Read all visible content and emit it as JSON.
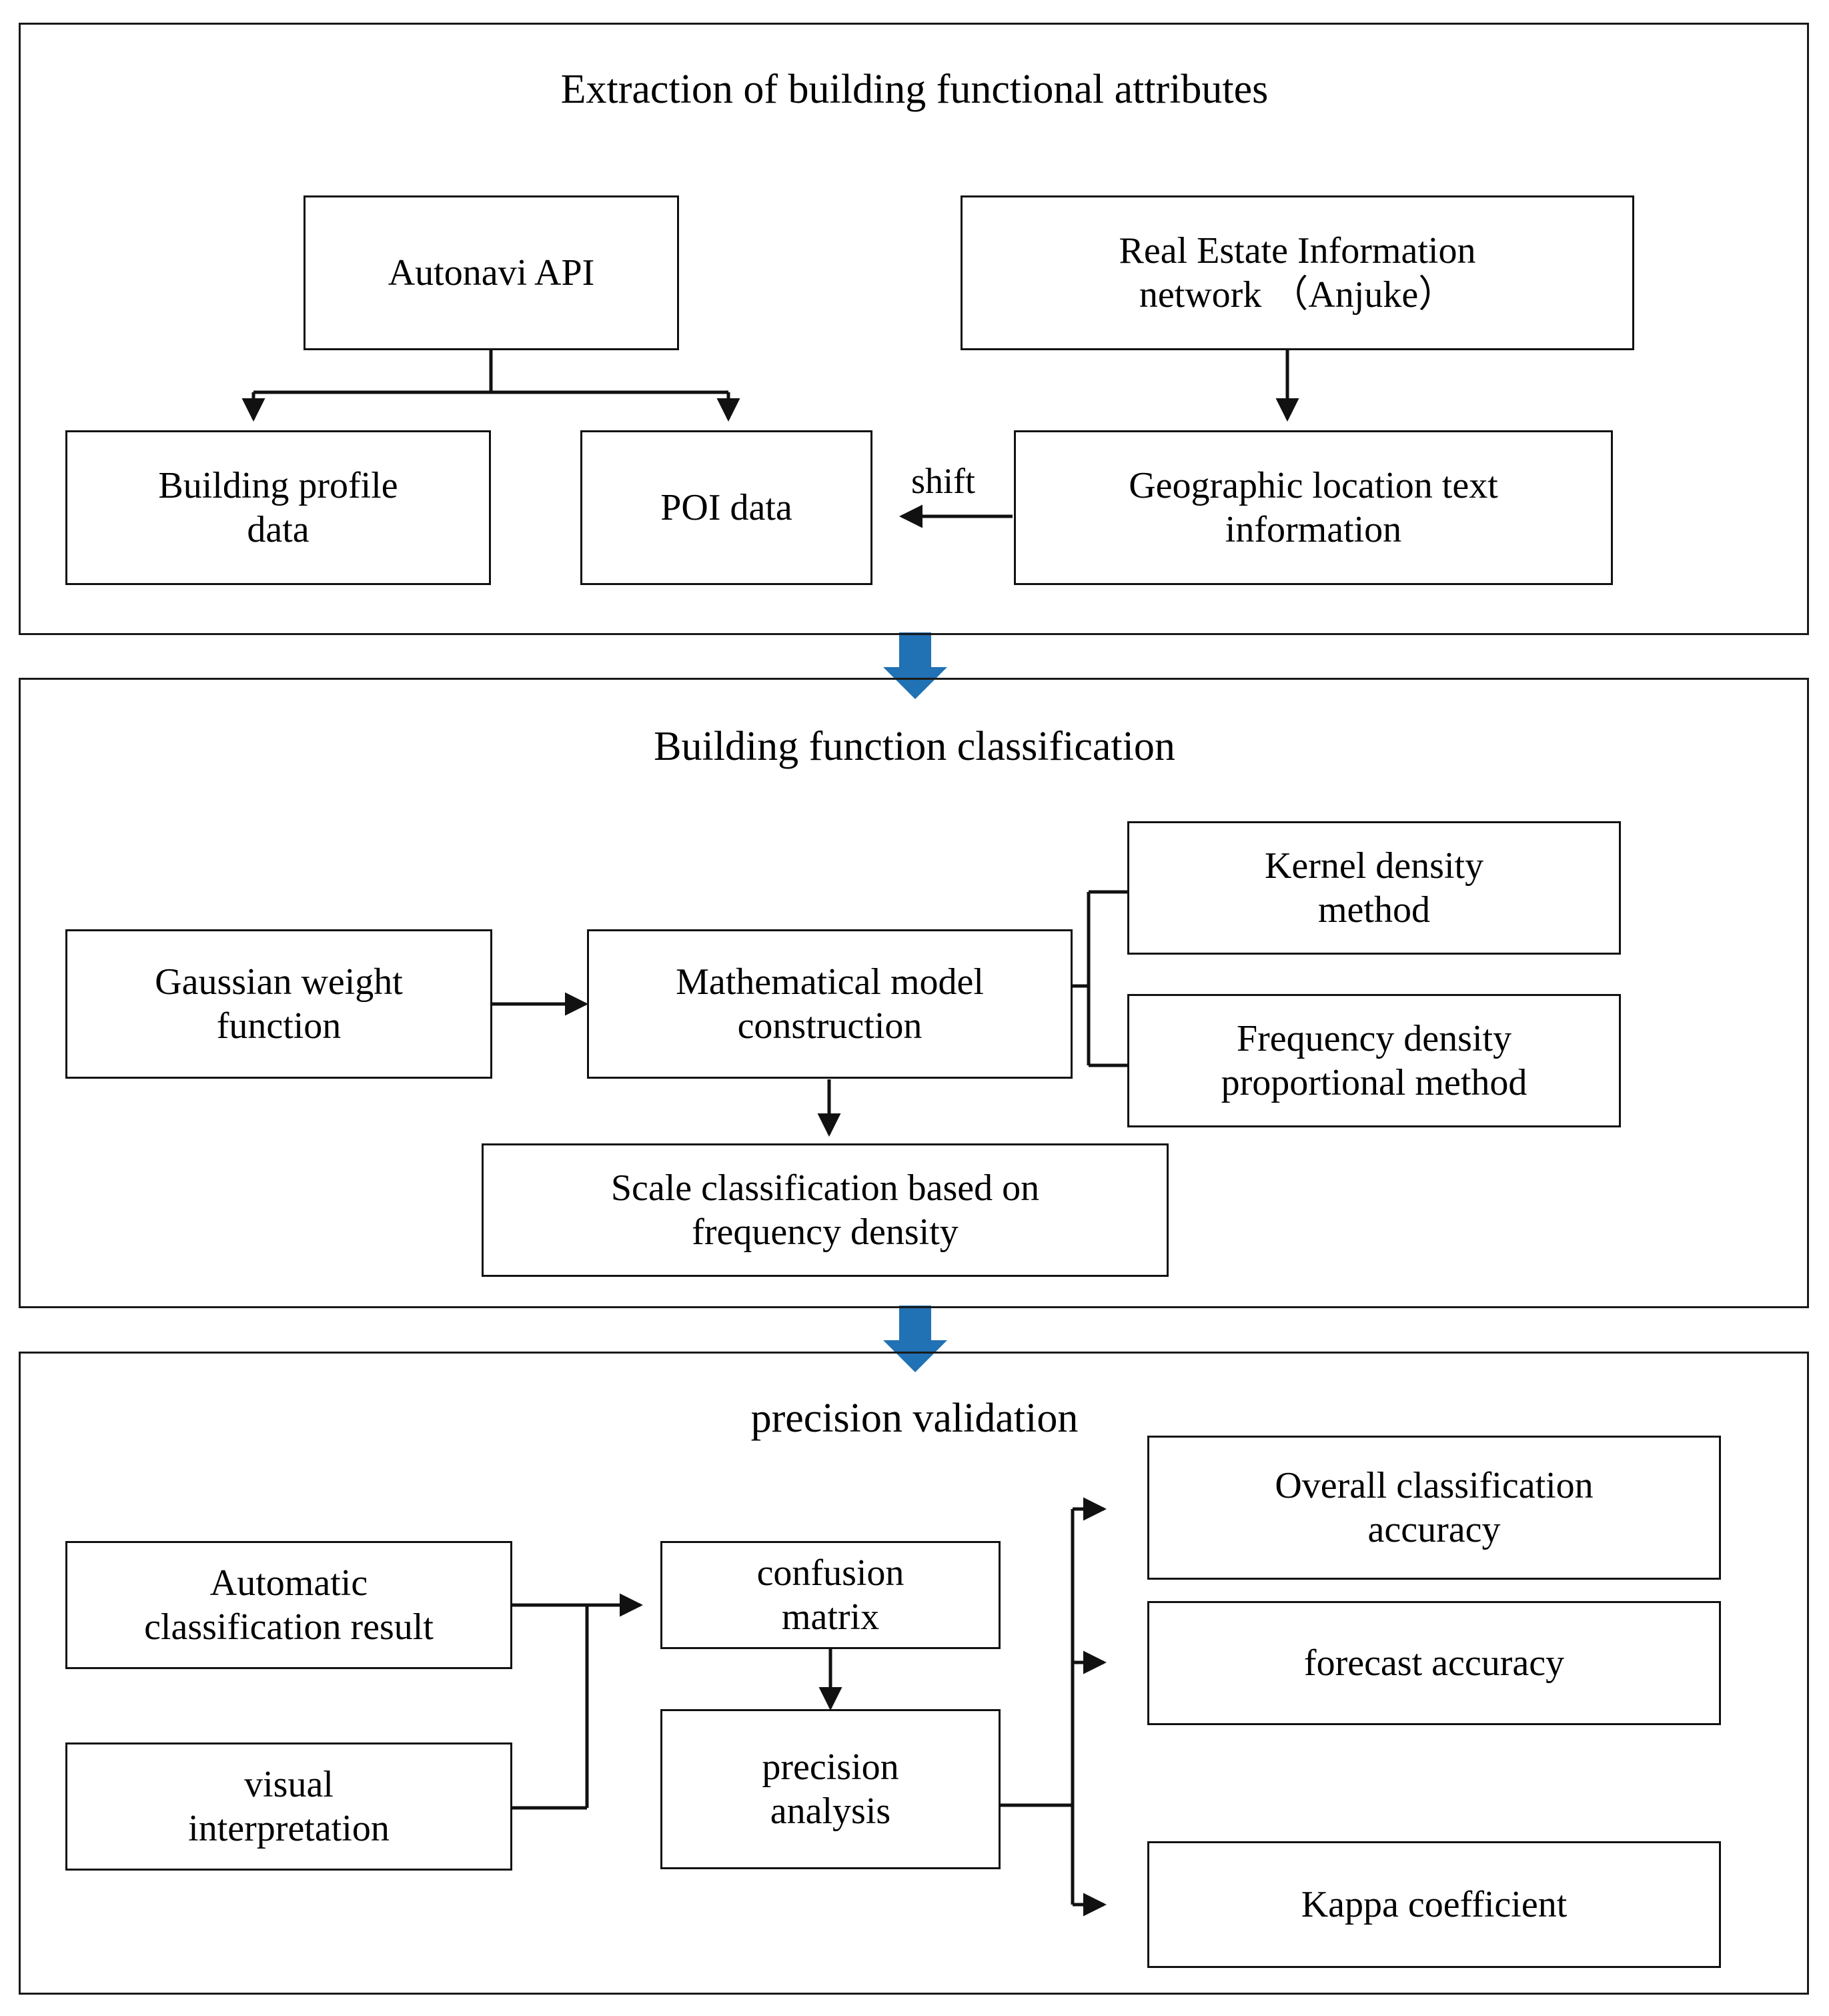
{
  "diagram": {
    "title_font_color": "#000000",
    "line_color": "#111111",
    "box_border_color": "#111111",
    "section_arrow_color": "#2171B5"
  },
  "sections": [
    {
      "id": "extraction",
      "title": "Extraction of building functional attributes",
      "nodes": [
        {
          "id": "autonavi",
          "label": "Autonavi API"
        },
        {
          "id": "realestate",
          "label": "Real Estate Information\nnetwork （Anjuke）"
        },
        {
          "id": "profile",
          "label": "Building profile\ndata"
        },
        {
          "id": "poi",
          "label": "POI data"
        },
        {
          "id": "geotext",
          "label": "Geographic location text\ninformation"
        }
      ],
      "edge_labels": [
        {
          "id": "shift",
          "label": "shift"
        }
      ]
    },
    {
      "id": "classification",
      "title": "Building function classification",
      "nodes": [
        {
          "id": "gaussian",
          "label": "Gaussian weight\nfunction"
        },
        {
          "id": "mathmodel",
          "label": "Mathematical model\nconstruction"
        },
        {
          "id": "kernel",
          "label": "Kernel density\nmethod"
        },
        {
          "id": "freqprop",
          "label": "Frequency density\nproportional method"
        },
        {
          "id": "scaleclass",
          "label": "Scale classification based on\nfrequency density"
        }
      ],
      "edge_labels": []
    },
    {
      "id": "validation",
      "title": "precision validation",
      "nodes": [
        {
          "id": "autoresult",
          "label": "Automatic\nclassification result"
        },
        {
          "id": "visual",
          "label": "visual\ninterpretation"
        },
        {
          "id": "confusion",
          "label": "confusion\nmatrix"
        },
        {
          "id": "precision",
          "label": "precision\nanalysis"
        },
        {
          "id": "overall",
          "label": "Overall classification\naccuracy"
        },
        {
          "id": "forecast",
          "label": "forecast accuracy"
        },
        {
          "id": "kappa",
          "label": "Kappa coefficient"
        }
      ],
      "edge_labels": []
    }
  ]
}
